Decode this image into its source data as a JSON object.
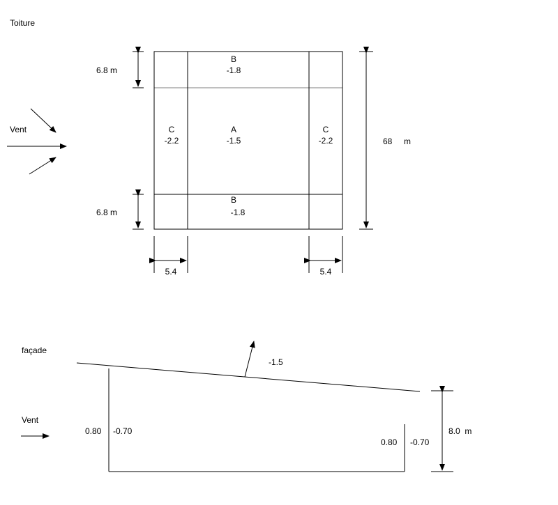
{
  "roof": {
    "title": "Toiture",
    "wind_label": "Vent",
    "zone_b_top": {
      "letter": "B",
      "value": "-1.8"
    },
    "zone_b_bottom": {
      "letter": "B",
      "value": "-1.8"
    },
    "zone_c_left": {
      "letter": "C",
      "value": "-2.2"
    },
    "zone_c_right": {
      "letter": "C",
      "value": "-2.2"
    },
    "zone_a": {
      "letter": "A",
      "value": "-1.5"
    },
    "dim_top": "6.8  m",
    "dim_bottom": "6.8  m",
    "dim_total": "68     m",
    "dim_left_width": "5.4",
    "dim_right_width": "5.4"
  },
  "facade": {
    "title": "façade",
    "wind_label": "Vent",
    "roof_value": "-1.5",
    "left_out": "0.80",
    "left_in": "-0.70",
    "right_out": "0.80",
    "right_in": "-0.70",
    "height_dim": "8.0  m"
  }
}
